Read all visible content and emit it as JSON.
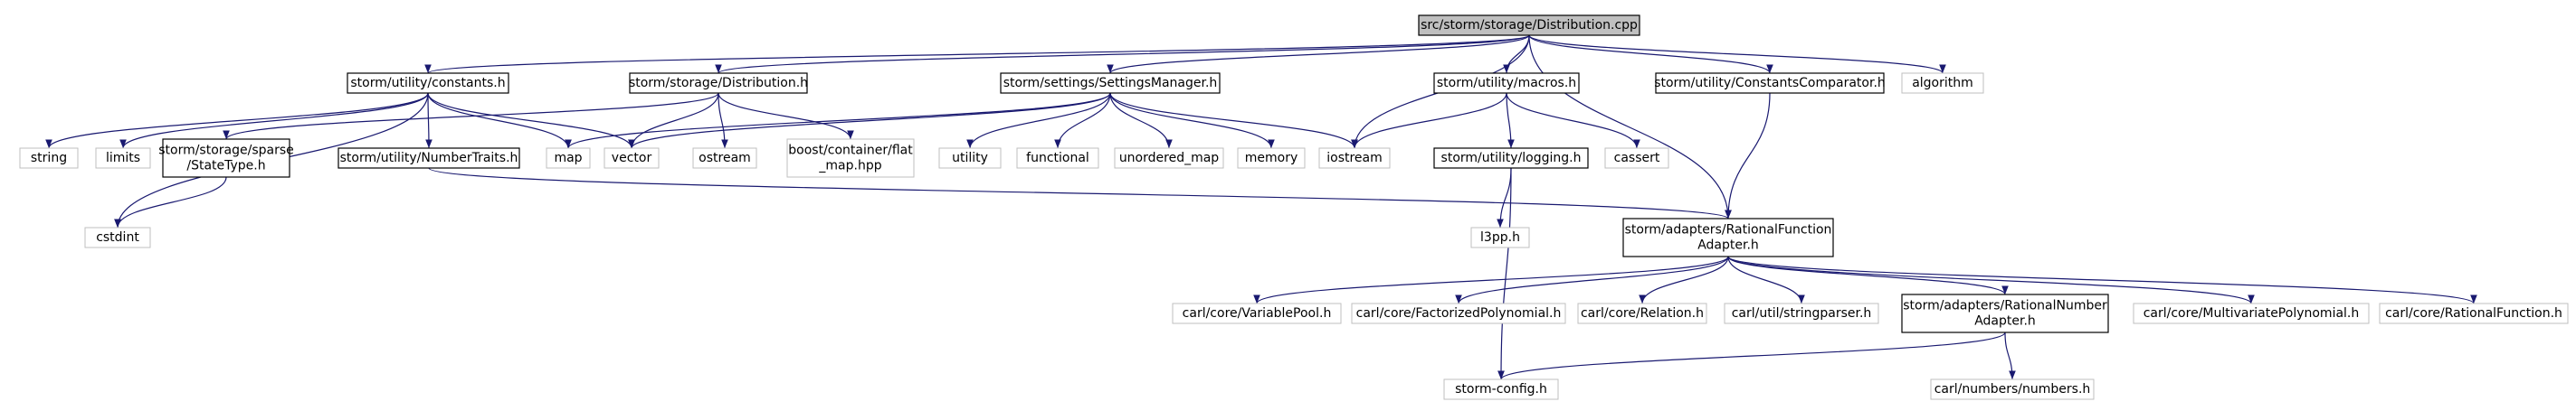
{
  "graph": {
    "root": "src/storm/storage/Distribution.cpp",
    "colors": {
      "edge": "#191970",
      "root_fill": "#bfbfbf",
      "external_border": "#bfbfbf"
    },
    "nodes": [
      {
        "id": "root",
        "label": "src/storm/storage/Distribution.cpp",
        "kind": "root"
      },
      {
        "id": "constants",
        "label": "storm/utility/constants.h",
        "kind": "project"
      },
      {
        "id": "distribution",
        "label": "storm/storage/Distribution.h",
        "kind": "project"
      },
      {
        "id": "settings",
        "label": "storm/settings/SettingsManager.h",
        "kind": "project"
      },
      {
        "id": "macros",
        "label": "storm/utility/macros.h",
        "kind": "project"
      },
      {
        "id": "comparator",
        "label": "storm/utility/ConstantsComparator.h",
        "kind": "project"
      },
      {
        "id": "algorithm",
        "label": "algorithm",
        "kind": "external"
      },
      {
        "id": "string",
        "label": "string",
        "kind": "external"
      },
      {
        "id": "limits",
        "label": "limits",
        "kind": "external"
      },
      {
        "id": "statetype",
        "label": "storm/storage/sparse\n/StateType.h",
        "kind": "project"
      },
      {
        "id": "numbertraits",
        "label": "storm/utility/NumberTraits.h",
        "kind": "project"
      },
      {
        "id": "map",
        "label": "map",
        "kind": "external"
      },
      {
        "id": "vector",
        "label": "vector",
        "kind": "external"
      },
      {
        "id": "ostream",
        "label": "ostream",
        "kind": "external"
      },
      {
        "id": "flatmap",
        "label": "boost/container/flat\n_map.hpp",
        "kind": "external"
      },
      {
        "id": "utility",
        "label": "utility",
        "kind": "external"
      },
      {
        "id": "functional",
        "label": "functional",
        "kind": "external"
      },
      {
        "id": "unordered_map",
        "label": "unordered_map",
        "kind": "external"
      },
      {
        "id": "memory",
        "label": "memory",
        "kind": "external"
      },
      {
        "id": "iostream",
        "label": "iostream",
        "kind": "external"
      },
      {
        "id": "logging",
        "label": "storm/utility/logging.h",
        "kind": "project"
      },
      {
        "id": "cassert",
        "label": "cassert",
        "kind": "external"
      },
      {
        "id": "cstdint",
        "label": "cstdint",
        "kind": "external"
      },
      {
        "id": "l3pp",
        "label": "l3pp.h",
        "kind": "external"
      },
      {
        "id": "rfadapter",
        "label": "storm/adapters/RationalFunction\nAdapter.h",
        "kind": "project"
      },
      {
        "id": "varpool",
        "label": "carl/core/VariablePool.h",
        "kind": "external"
      },
      {
        "id": "factpoly",
        "label": "carl/core/FactorizedPolynomial.h",
        "kind": "external"
      },
      {
        "id": "relation",
        "label": "carl/core/Relation.h",
        "kind": "external"
      },
      {
        "id": "stringparser",
        "label": "carl/util/stringparser.h",
        "kind": "external"
      },
      {
        "id": "rnadapter",
        "label": "storm/adapters/RationalNumber\nAdapter.h",
        "kind": "project"
      },
      {
        "id": "multipoly",
        "label": "carl/core/MultivariatePolynomial.h",
        "kind": "external"
      },
      {
        "id": "ratfunc",
        "label": "carl/core/RationalFunction.h",
        "kind": "external"
      },
      {
        "id": "stormconfig",
        "label": "storm-config.h",
        "kind": "external"
      },
      {
        "id": "numbers",
        "label": "carl/numbers/numbers.h",
        "kind": "external"
      }
    ],
    "edges": [
      [
        "root",
        "constants"
      ],
      [
        "root",
        "distribution"
      ],
      [
        "root",
        "settings"
      ],
      [
        "root",
        "macros"
      ],
      [
        "root",
        "comparator"
      ],
      [
        "root",
        "algorithm"
      ],
      [
        "root",
        "iostream"
      ],
      [
        "root",
        "rfadapter"
      ],
      [
        "constants",
        "string"
      ],
      [
        "constants",
        "limits"
      ],
      [
        "constants",
        "cstdint"
      ],
      [
        "constants",
        "numbertraits"
      ],
      [
        "constants",
        "map"
      ],
      [
        "constants",
        "vector"
      ],
      [
        "distribution",
        "statetype"
      ],
      [
        "distribution",
        "vector"
      ],
      [
        "distribution",
        "ostream"
      ],
      [
        "distribution",
        "flatmap"
      ],
      [
        "settings",
        "map"
      ],
      [
        "settings",
        "vector"
      ],
      [
        "settings",
        "utility"
      ],
      [
        "settings",
        "functional"
      ],
      [
        "settings",
        "unordered_map"
      ],
      [
        "settings",
        "memory"
      ],
      [
        "settings",
        "iostream"
      ],
      [
        "macros",
        "iostream"
      ],
      [
        "macros",
        "logging"
      ],
      [
        "macros",
        "cassert"
      ],
      [
        "comparator",
        "rfadapter"
      ],
      [
        "statetype",
        "cstdint"
      ],
      [
        "numbertraits",
        "rfadapter"
      ],
      [
        "logging",
        "l3pp"
      ],
      [
        "logging",
        "stormconfig"
      ],
      [
        "rfadapter",
        "varpool"
      ],
      [
        "rfadapter",
        "factpoly"
      ],
      [
        "rfadapter",
        "relation"
      ],
      [
        "rfadapter",
        "stringparser"
      ],
      [
        "rfadapter",
        "rnadapter"
      ],
      [
        "rfadapter",
        "multipoly"
      ],
      [
        "rfadapter",
        "ratfunc"
      ],
      [
        "rnadapter",
        "stormconfig"
      ],
      [
        "rnadapter",
        "numbers"
      ]
    ]
  }
}
